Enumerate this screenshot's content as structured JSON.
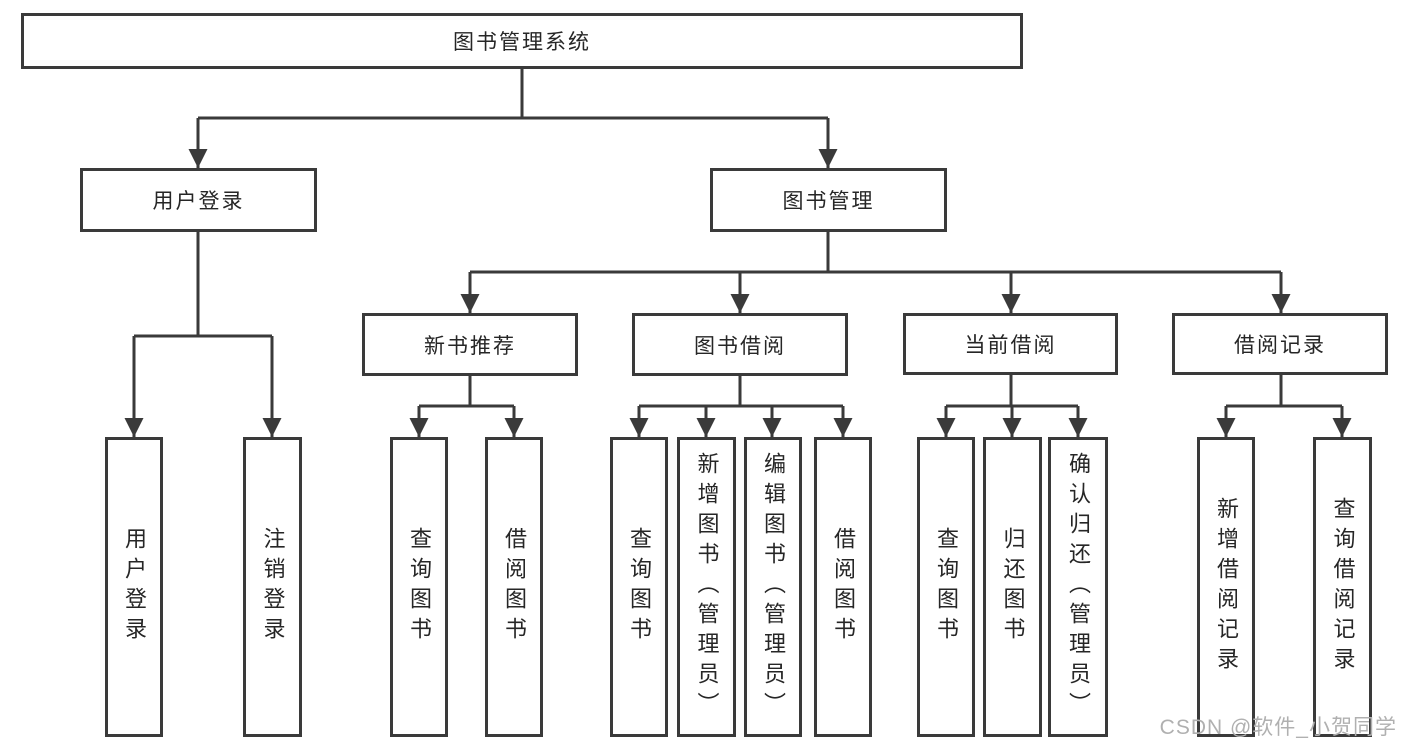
{
  "diagram": {
    "type": "hierarchy-tree",
    "colors": {
      "line": "#3a3a3a",
      "text": "#262626",
      "background": "#ffffff",
      "watermark": "#b0b0b0"
    },
    "nodes": {
      "root": {
        "label": "图书管理系统"
      },
      "user_login": {
        "label": "用户登录",
        "children": {
          "login": {
            "label": "用户登录"
          },
          "logout": {
            "label": "注销登录"
          }
        }
      },
      "book_mgmt": {
        "label": "图书管理",
        "children": {
          "new_book_rec": {
            "label": "新书推荐",
            "children": {
              "query_books": {
                "label": "查询图书"
              },
              "borrow_books": {
                "label": "借阅图书"
              }
            }
          },
          "book_borrow": {
            "label": "图书借阅",
            "children": {
              "query_books": {
                "label": "查询图书"
              },
              "add_books": {
                "label": "新增图书（管理员）"
              },
              "edit_books": {
                "label": "编辑图书（管理员）"
              },
              "borrow_books": {
                "label": "借阅图书"
              }
            }
          },
          "current_borrow": {
            "label": "当前借阅",
            "children": {
              "query_books": {
                "label": "查询图书"
              },
              "return_books": {
                "label": "归还图书"
              },
              "confirm_return": {
                "label": "确认归还（管理员）"
              }
            }
          },
          "borrow_records": {
            "label": "借阅记录",
            "children": {
              "add_record": {
                "label": "新增借阅记录"
              },
              "query_record": {
                "label": "查询借阅记录"
              }
            }
          }
        }
      }
    },
    "watermark": {
      "text": "CSDN @软件_小贺同学"
    }
  }
}
